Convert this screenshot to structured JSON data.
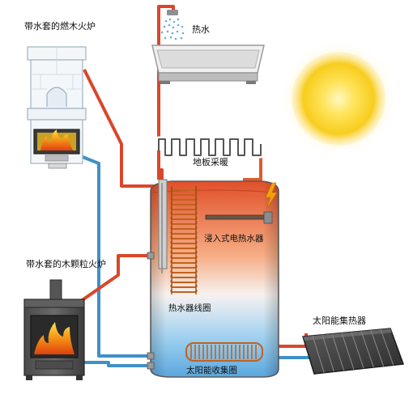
{
  "labels": {
    "hot_water": "热水",
    "wood_stove": "带水套的燃木火炉",
    "floor_heating": "地板采暖",
    "immersion_heater": "浸入式电热水器",
    "pellet_stove": "带水套的木颗粒火炉",
    "heater_coil": "热水器线圈",
    "solar_collector": "太阳能集热器",
    "solar_coil": "太阳能收集圈"
  },
  "colors": {
    "hot_pipe": "#d9472a",
    "cold_pipe": "#3f90c7",
    "tank_top": "#e0502a",
    "tank_bottom": "#6bb4e3",
    "sun": "#f5c400",
    "coil": "#c2611f"
  },
  "icons": {
    "sun": "sun-icon",
    "lightning": "lightning-icon",
    "shower": "shower-head-icon",
    "fire": "flame-icon"
  }
}
